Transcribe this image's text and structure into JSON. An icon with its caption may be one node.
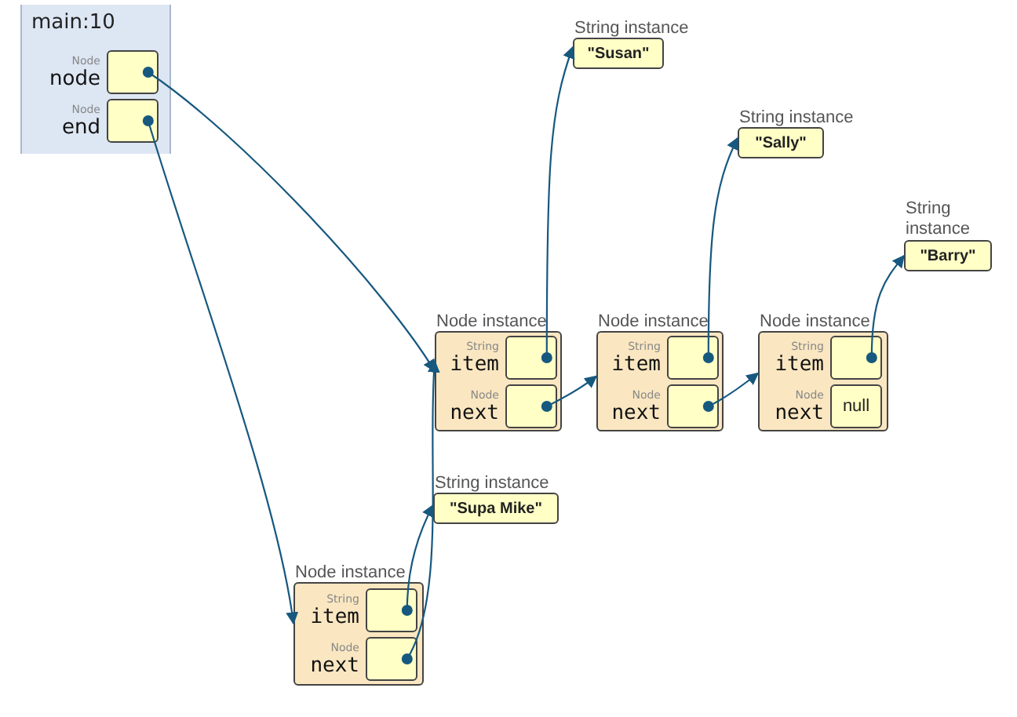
{
  "diagram": {
    "nodes": [
      {
        "text": [
          "main:10"
        ]
      },
      {
        "text": [],
        "shape": "box",
        "in": 0,
        "beside": [
          "Node",
          "node"
        ]
      },
      {
        "text": [],
        "shape": "box",
        "in": 0,
        "beside": [
          "Node",
          "end"
        ]
      },
      {
        "text": [
          "String instance",
          "\"Susan\""
        ]
      },
      {
        "text": [
          "String instance",
          "\"Sally\""
        ]
      },
      {
        "text": [
          "String instance",
          "\"Barry\""
        ]
      },
      {
        "text": [
          "Node instance"
        ]
      },
      {
        "text": [],
        "shape": "box",
        "in": 6,
        "beside": [
          "String",
          "item"
        ]
      },
      {
        "text": [],
        "shape": "box",
        "in": 6,
        "beside": [
          "Node",
          "next"
        ]
      },
      {
        "text": [
          "Node instance"
        ]
      },
      {
        "text": [],
        "shape": "box",
        "in": 9,
        "beside": [
          "String",
          "item"
        ]
      },
      {
        "text": [],
        "shape": "box",
        "in": 9,
        "beside": [
          "Node",
          "next"
        ]
      },
      {
        "text": [
          "Node instance"
        ]
      },
      {
        "text": [],
        "shape": "box",
        "in": 12,
        "beside": [
          "String",
          "item"
        ]
      },
      {
        "text": [
          "null"
        ],
        "in": 12,
        "beside": [
          "Node",
          "next"
        ]
      },
      {
        "text": [
          "String instance",
          "\"Supa Mike\""
        ]
      },
      {
        "text": [
          "Node instance"
        ]
      },
      {
        "text": [],
        "shape": "box",
        "in": 16,
        "beside": [
          "String",
          "item"
        ]
      },
      {
        "text": [],
        "shape": "box",
        "in": 16,
        "beside": [
          "Node",
          "next"
        ]
      }
    ],
    "edges": [
      {
        "from": 1,
        "to": 6,
        "arrow": "to"
      },
      {
        "from": 2,
        "to": 16,
        "arrow": "to"
      },
      {
        "from": 7,
        "to": 3,
        "arrow": "to"
      },
      {
        "from": 8,
        "to": 9,
        "arrow": "to"
      },
      {
        "from": 10,
        "to": 4,
        "arrow": "to"
      },
      {
        "from": 11,
        "to": 12,
        "arrow": "to"
      },
      {
        "from": 13,
        "to": 5,
        "arrow": "to"
      },
      {
        "from": 17,
        "to": 15,
        "arrow": "to"
      },
      {
        "from": 18,
        "to": 6,
        "arrow": "to"
      }
    ]
  }
}
